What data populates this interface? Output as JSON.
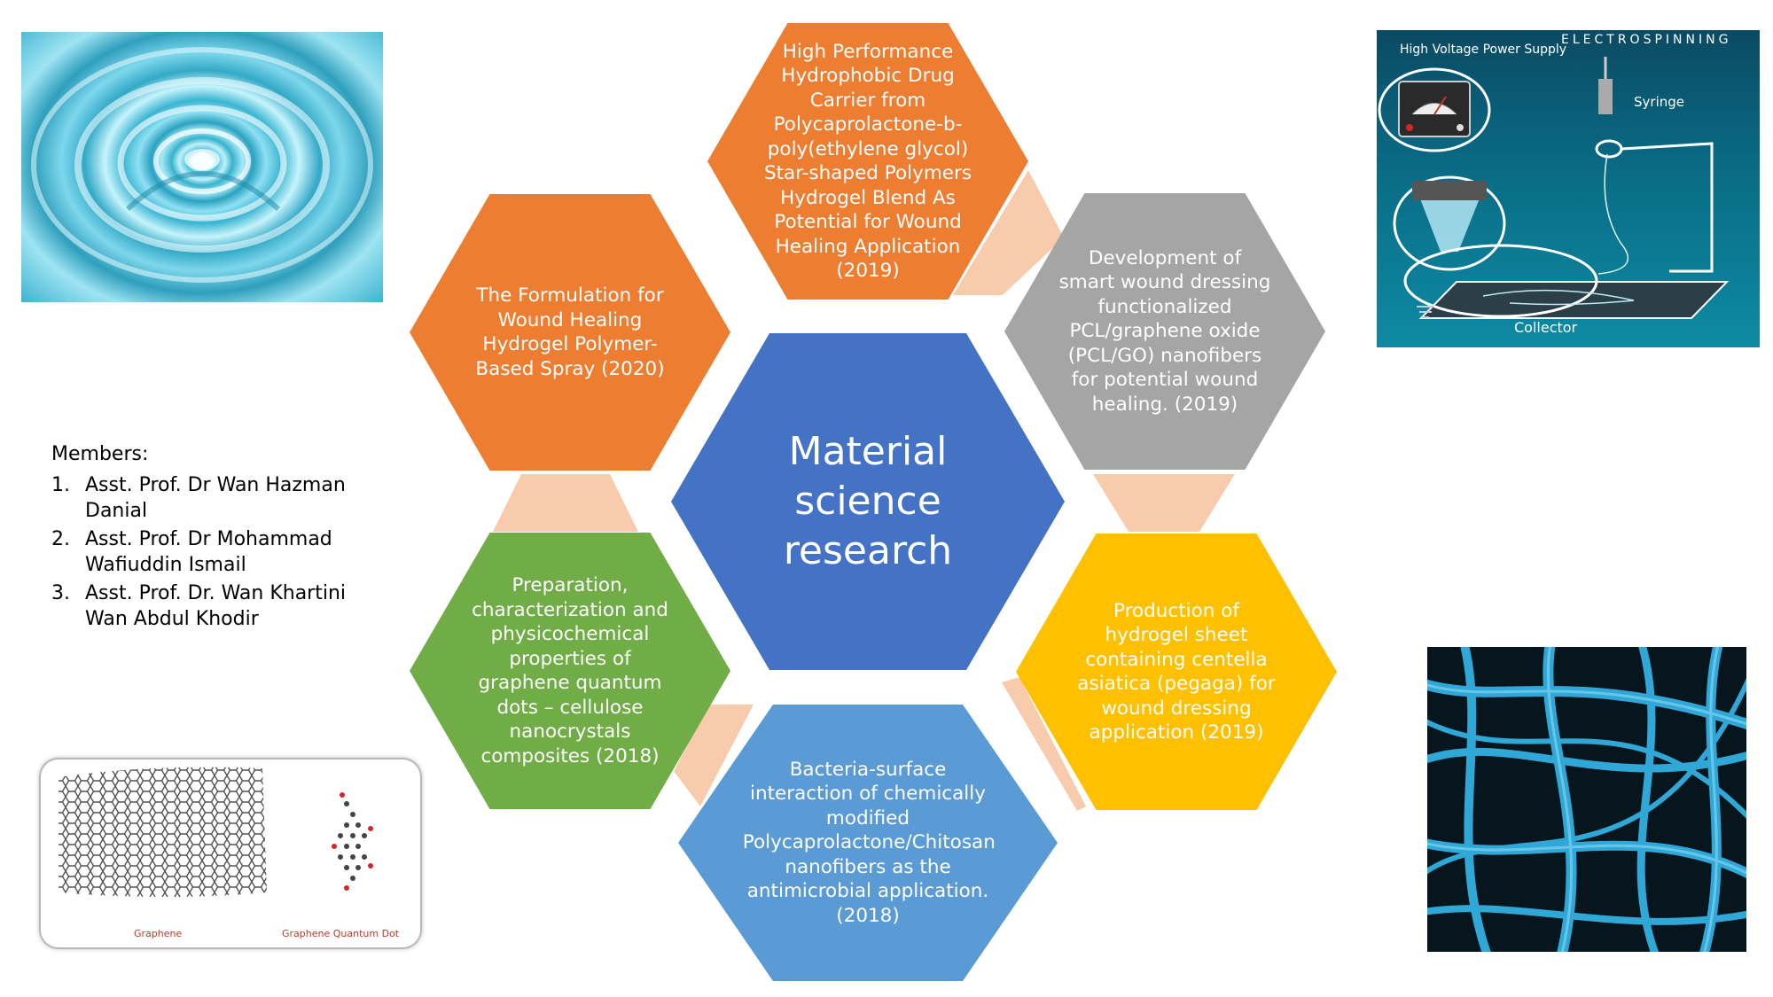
{
  "center": {
    "label": "Material science research",
    "color": "#4472C4"
  },
  "projects": [
    {
      "id": "top",
      "text": "High Performance Hydrophobic Drug Carrier from Polycaprolactone-b-poly(ethylene glycol) Star-shaped Polymers Hydrogel Blend As Potential for Wound Healing Application (2019)",
      "color": "#ED7D31"
    },
    {
      "id": "upper-right",
      "text": "Development of smart wound dressing functionalized PCL/graphene oxide (PCL/GO) nanofibers for potential wound healing. (2019)",
      "color": "#A5A5A5"
    },
    {
      "id": "lower-right",
      "text": "Production of hydrogel sheet containing centella asiatica (pegaga) for wound dressing application (2019)",
      "color": "#FFC000"
    },
    {
      "id": "bottom",
      "text": "Bacteria-surface interaction of chemically modified Polycaprolactone/Chitosan nanofibers as the antimicrobial application. (2018)",
      "color": "#5B9BD5"
    },
    {
      "id": "lower-left",
      "text": "Preparation, characterization and physicochemical properties of graphene quantum dots – cellulose nanocrystals composites (2018)",
      "color": "#70AD47"
    },
    {
      "id": "upper-left",
      "text": "The Formulation for Wound Healing Hydrogel Polymer-Based Spray (2020)",
      "color": "#ED7D31"
    }
  ],
  "connector_color": "#F8CBAD",
  "members": {
    "title": "Members:",
    "list": [
      {
        "num": "1.",
        "name": "Asst. Prof. Dr Wan Hazman Danial"
      },
      {
        "num": "2.",
        "name": "Asst. Prof. Dr Mohammad Wafiuddin Ismail"
      },
      {
        "num": "3.",
        "name": "Asst. Prof. Dr. Wan Khartini Wan Abdul Khodir"
      }
    ]
  },
  "images": {
    "electrospinning": {
      "banner": "ELECTROSPINNING",
      "power_supply": "High Voltage Power Supply",
      "syringe": "Syringe",
      "collector": "Collector"
    },
    "graphene": {
      "left_caption": "Graphene",
      "right_caption": "Graphene Quantum Dot"
    }
  }
}
